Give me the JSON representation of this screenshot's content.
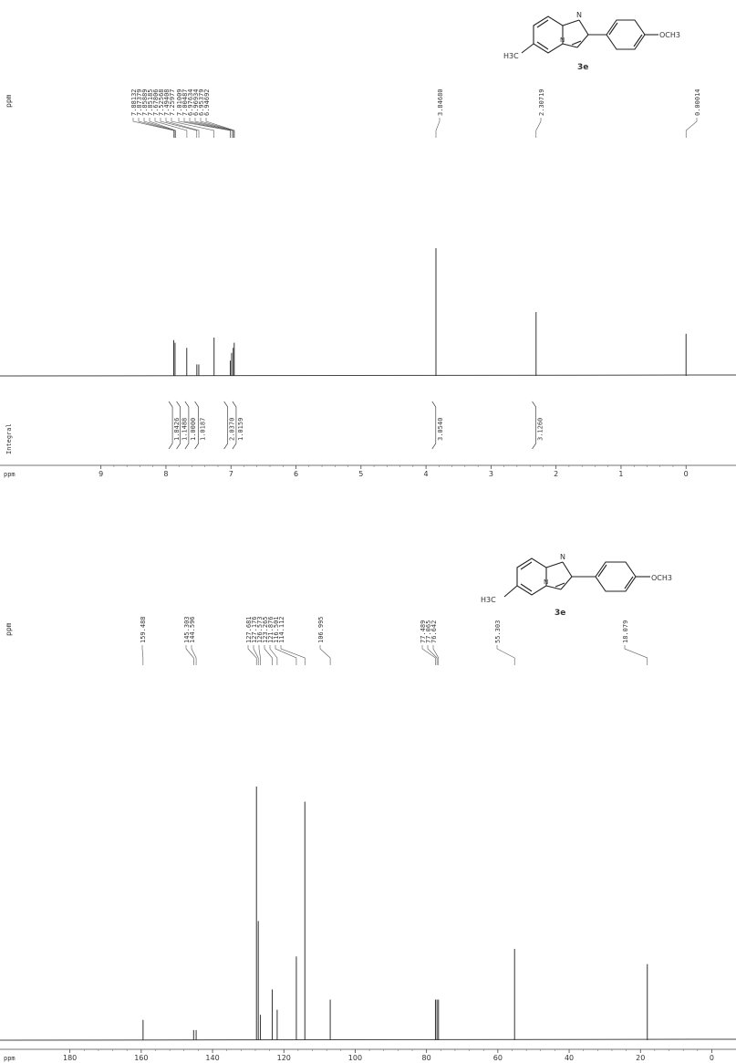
{
  "chart_data": [
    {
      "type": "line",
      "ylabel": "ppm",
      "integral_label": "Integral",
      "xlabel": "ppm",
      "xlim": [
        10.3,
        -0.6
      ],
      "x_ticks": [
        9,
        8,
        7,
        6,
        5,
        4,
        3,
        2,
        1,
        0
      ],
      "peak_labels": [
        "7.88132",
        "7.87379",
        "7.85889",
        "7.85185",
        "7.67806",
        "7.52568",
        "7.49408",
        "7.25977",
        "7.01009",
        "7.00487",
        "6.97634",
        "6.96934",
        "6.95379",
        "6.94692",
        "3.84680",
        "2.30719",
        "0.00014"
      ],
      "peaks": [
        {
          "x": 7.88,
          "y": 0.28
        },
        {
          "x": 7.86,
          "y": 0.26
        },
        {
          "x": 7.68,
          "y": 0.22
        },
        {
          "x": 7.525,
          "y": 0.09
        },
        {
          "x": 7.495,
          "y": 0.09
        },
        {
          "x": 7.26,
          "y": 0.3
        },
        {
          "x": 7.01,
          "y": 0.12
        },
        {
          "x": 6.99,
          "y": 0.18
        },
        {
          "x": 6.965,
          "y": 0.22
        },
        {
          "x": 6.95,
          "y": 0.26
        },
        {
          "x": 3.847,
          "y": 1.0
        },
        {
          "x": 2.307,
          "y": 0.5
        },
        {
          "x": 0.0,
          "y": 0.33
        }
      ],
      "integrals": [
        {
          "x": 7.9,
          "value": "1.8426"
        },
        {
          "x": 7.78,
          "value": "1.1488"
        },
        {
          "x": 7.65,
          "value": "1.0000"
        },
        {
          "x": 7.5,
          "value": "1.0187"
        },
        {
          "x": 7.05,
          "value": "2.0370"
        },
        {
          "x": 6.92,
          "value": "1.0159"
        },
        {
          "x": 3.85,
          "value": "3.0540"
        },
        {
          "x": 2.31,
          "value": "3.1260"
        }
      ],
      "compound_label": "3e",
      "structure_labels": [
        "H3C",
        "N",
        "N",
        "OCH3"
      ]
    },
    {
      "type": "line",
      "ylabel": "ppm",
      "xlabel": "ppm",
      "xlim": [
        195,
        -5
      ],
      "x_ticks": [
        180,
        160,
        140,
        120,
        100,
        80,
        60,
        40,
        20,
        0
      ],
      "peak_labels": [
        "159.488",
        "145.303",
        "144.596",
        "127.681",
        "127.176",
        "126.573",
        "123.265",
        "121.876",
        "116.501",
        "114.112",
        "106.995",
        "77.489",
        "77.065",
        "76.642",
        "55.303",
        "18.079"
      ],
      "peaks": [
        {
          "x": 159.488,
          "y": 0.08
        },
        {
          "x": 145.303,
          "y": 0.04
        },
        {
          "x": 144.596,
          "y": 0.04
        },
        {
          "x": 127.681,
          "y": 1.0
        },
        {
          "x": 127.176,
          "y": 0.47
        },
        {
          "x": 126.573,
          "y": 0.1
        },
        {
          "x": 123.265,
          "y": 0.2
        },
        {
          "x": 121.876,
          "y": 0.12
        },
        {
          "x": 116.501,
          "y": 0.33
        },
        {
          "x": 114.112,
          "y": 0.94
        },
        {
          "x": 106.995,
          "y": 0.16
        },
        {
          "x": 77.489,
          "y": 0.16
        },
        {
          "x": 77.065,
          "y": 0.16
        },
        {
          "x": 76.642,
          "y": 0.16
        },
        {
          "x": 55.303,
          "y": 0.36
        },
        {
          "x": 18.079,
          "y": 0.3
        }
      ],
      "compound_label": "3e",
      "structure_labels": [
        "H3C",
        "N",
        "N",
        "OCH3"
      ]
    }
  ]
}
